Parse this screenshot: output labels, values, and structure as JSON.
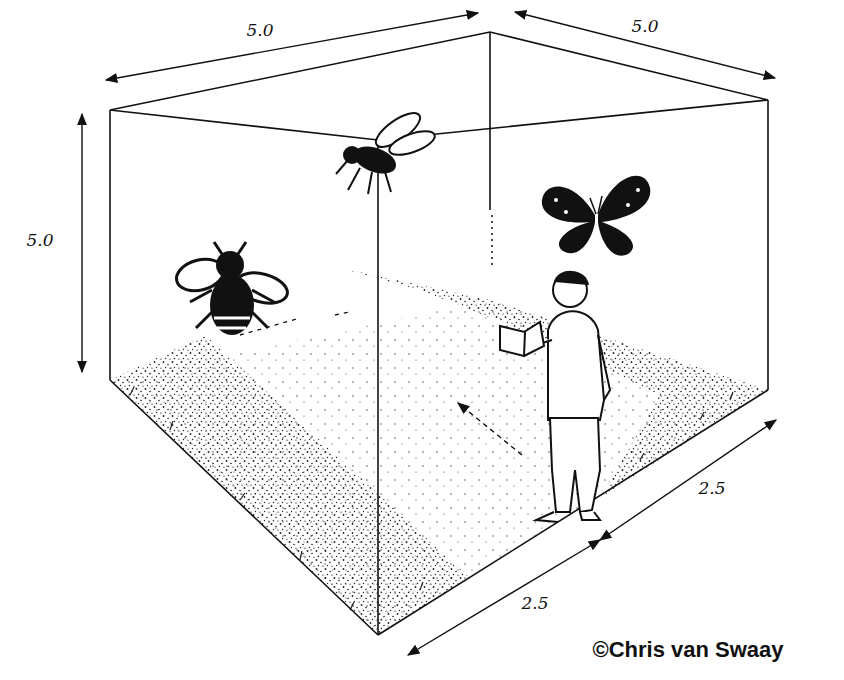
{
  "diagram": {
    "labels": [
      "5.0",
      "5.0",
      "5.0",
      "2.5",
      "2.5",
      "©Chris van Swaay"
    ]
  }
}
